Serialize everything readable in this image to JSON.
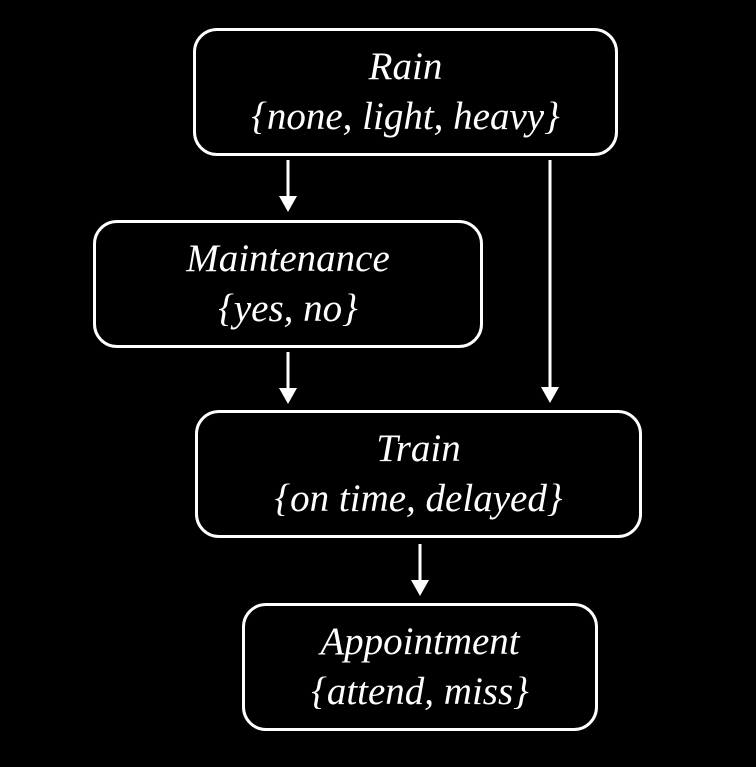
{
  "colors": {
    "background": "#000000",
    "foreground": "#ffffff"
  },
  "nodes": {
    "rain": {
      "name": "Rain",
      "values": "{none, light, heavy}"
    },
    "maintenance": {
      "name": "Maintenance",
      "values": "{yes, no}"
    },
    "train": {
      "name": "Train",
      "values": "{on time, delayed}"
    },
    "appointment": {
      "name": "Appointment",
      "values": "{attend, miss}"
    }
  },
  "edges": [
    {
      "from": "rain",
      "to": "maintenance"
    },
    {
      "from": "rain",
      "to": "train"
    },
    {
      "from": "maintenance",
      "to": "train"
    },
    {
      "from": "train",
      "to": "appointment"
    }
  ]
}
